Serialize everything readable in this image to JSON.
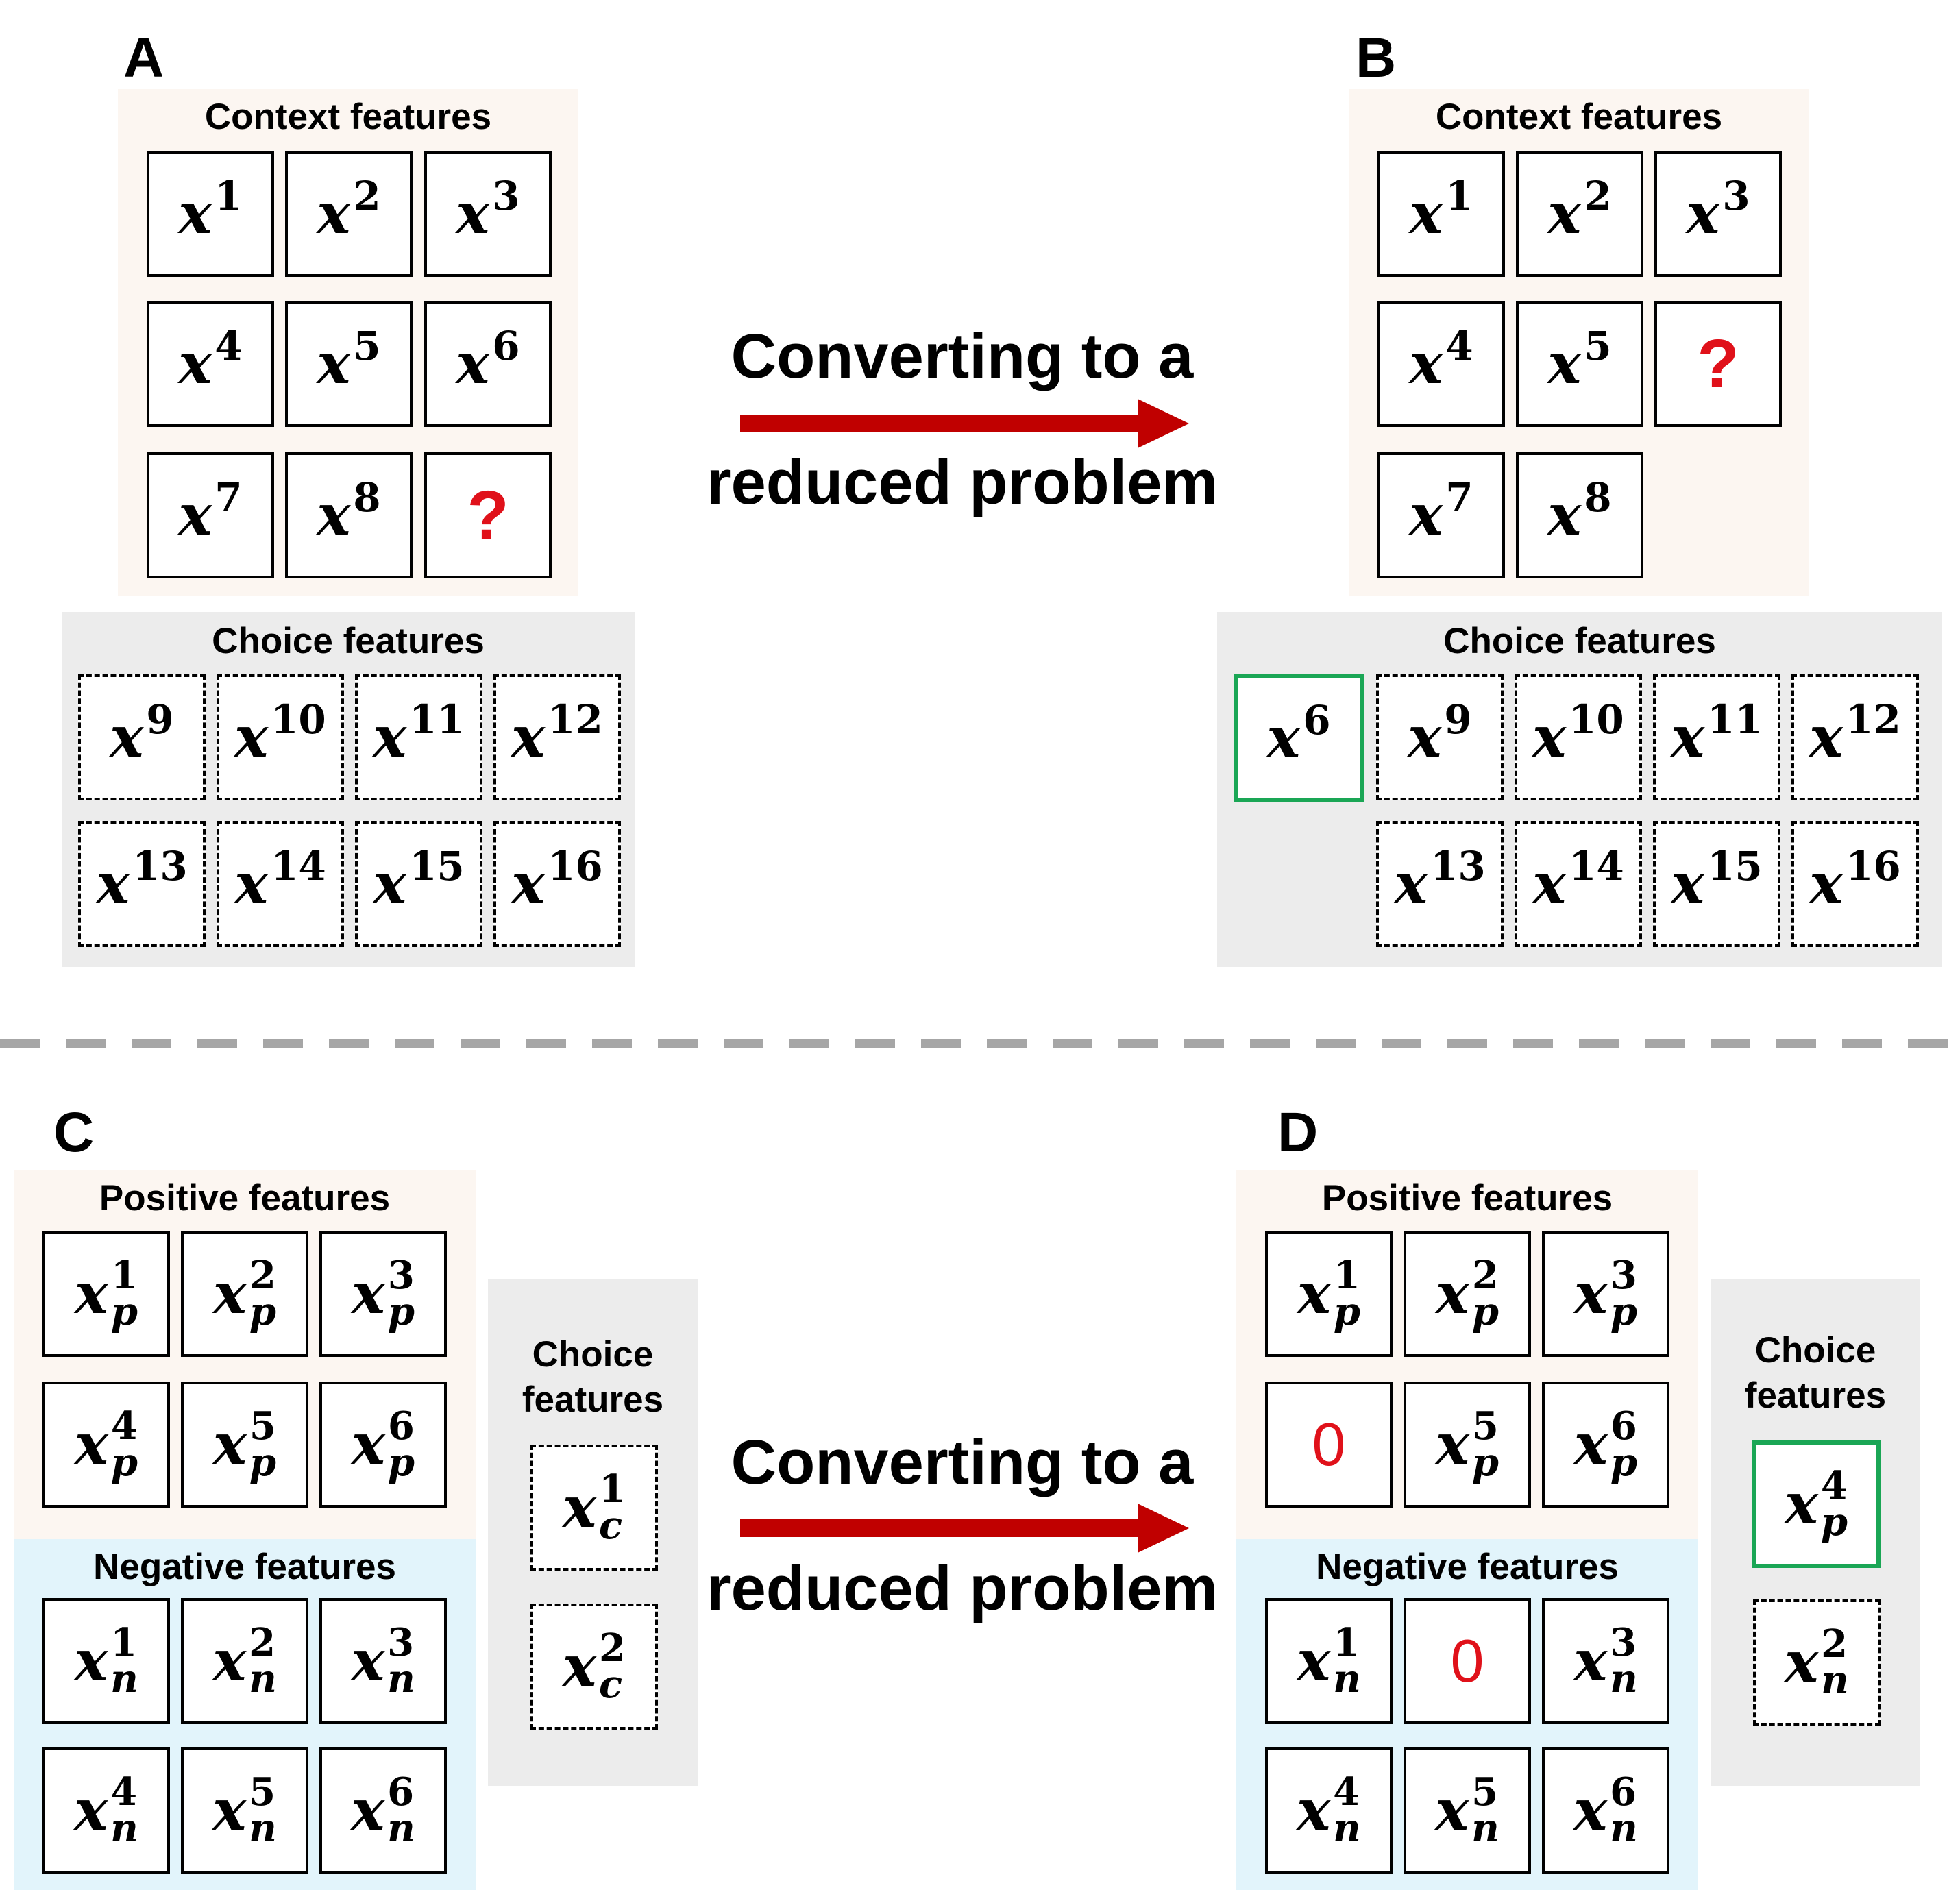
{
  "panels": {
    "A": {
      "letter": "A",
      "context_title": "Context features",
      "choice_title": "Choice features",
      "context": [
        "1",
        "2",
        "3",
        "4",
        "5",
        "6",
        "7",
        "8",
        "?"
      ],
      "choice": [
        "9",
        "10",
        "11",
        "12",
        "13",
        "14",
        "15",
        "16"
      ]
    },
    "B": {
      "letter": "B",
      "context_title": "Context features",
      "choice_title": "Choice features",
      "context": [
        "1",
        "2",
        "3",
        "4",
        "5",
        "?",
        "7",
        "8"
      ],
      "selected": "6",
      "choice": [
        "9",
        "10",
        "11",
        "12",
        "13",
        "14",
        "15",
        "16"
      ]
    },
    "C": {
      "letter": "C",
      "positive_title": "Positive features",
      "negative_title": "Negative features",
      "choice_title_1": "Choice",
      "choice_title_2": "features",
      "positive": [
        [
          "1",
          "p"
        ],
        [
          "2",
          "p"
        ],
        [
          "3",
          "p"
        ],
        [
          "4",
          "p"
        ],
        [
          "5",
          "p"
        ],
        [
          "6",
          "p"
        ]
      ],
      "negative": [
        [
          "1",
          "n"
        ],
        [
          "2",
          "n"
        ],
        [
          "3",
          "n"
        ],
        [
          "4",
          "n"
        ],
        [
          "5",
          "n"
        ],
        [
          "6",
          "n"
        ]
      ],
      "choice": [
        [
          "1",
          "c"
        ],
        [
          "2",
          "c"
        ]
      ]
    },
    "D": {
      "letter": "D",
      "positive_title": "Positive features",
      "negative_title": "Negative features",
      "choice_title_1": "Choice",
      "choice_title_2": "features",
      "positive": [
        [
          "1",
          "p"
        ],
        [
          "2",
          "p"
        ],
        [
          "3",
          "p"
        ],
        "0",
        [
          "5",
          "p"
        ],
        [
          "6",
          "p"
        ]
      ],
      "negative": [
        [
          "1",
          "n"
        ],
        "0",
        [
          "3",
          "n"
        ],
        [
          "4",
          "n"
        ],
        [
          "5",
          "n"
        ],
        [
          "6",
          "n"
        ]
      ],
      "selected": [
        "4",
        "p"
      ],
      "choice": [
        [
          "2",
          "n"
        ]
      ]
    }
  },
  "arrows": {
    "top": {
      "line1": "Converting to a",
      "line2": "reduced problem"
    },
    "bottom": {
      "line1": "Converting to a",
      "line2": "reduced problem"
    }
  },
  "variable_symbol": "x",
  "colors": {
    "context_bg": "#fcf6f1",
    "choice_bg": "#ececec",
    "negative_bg": "#e2f4fb",
    "arrow": "#c00000",
    "highlight": "#1aa655",
    "missing": "#e0111a",
    "divider": "#a6a6a6"
  }
}
